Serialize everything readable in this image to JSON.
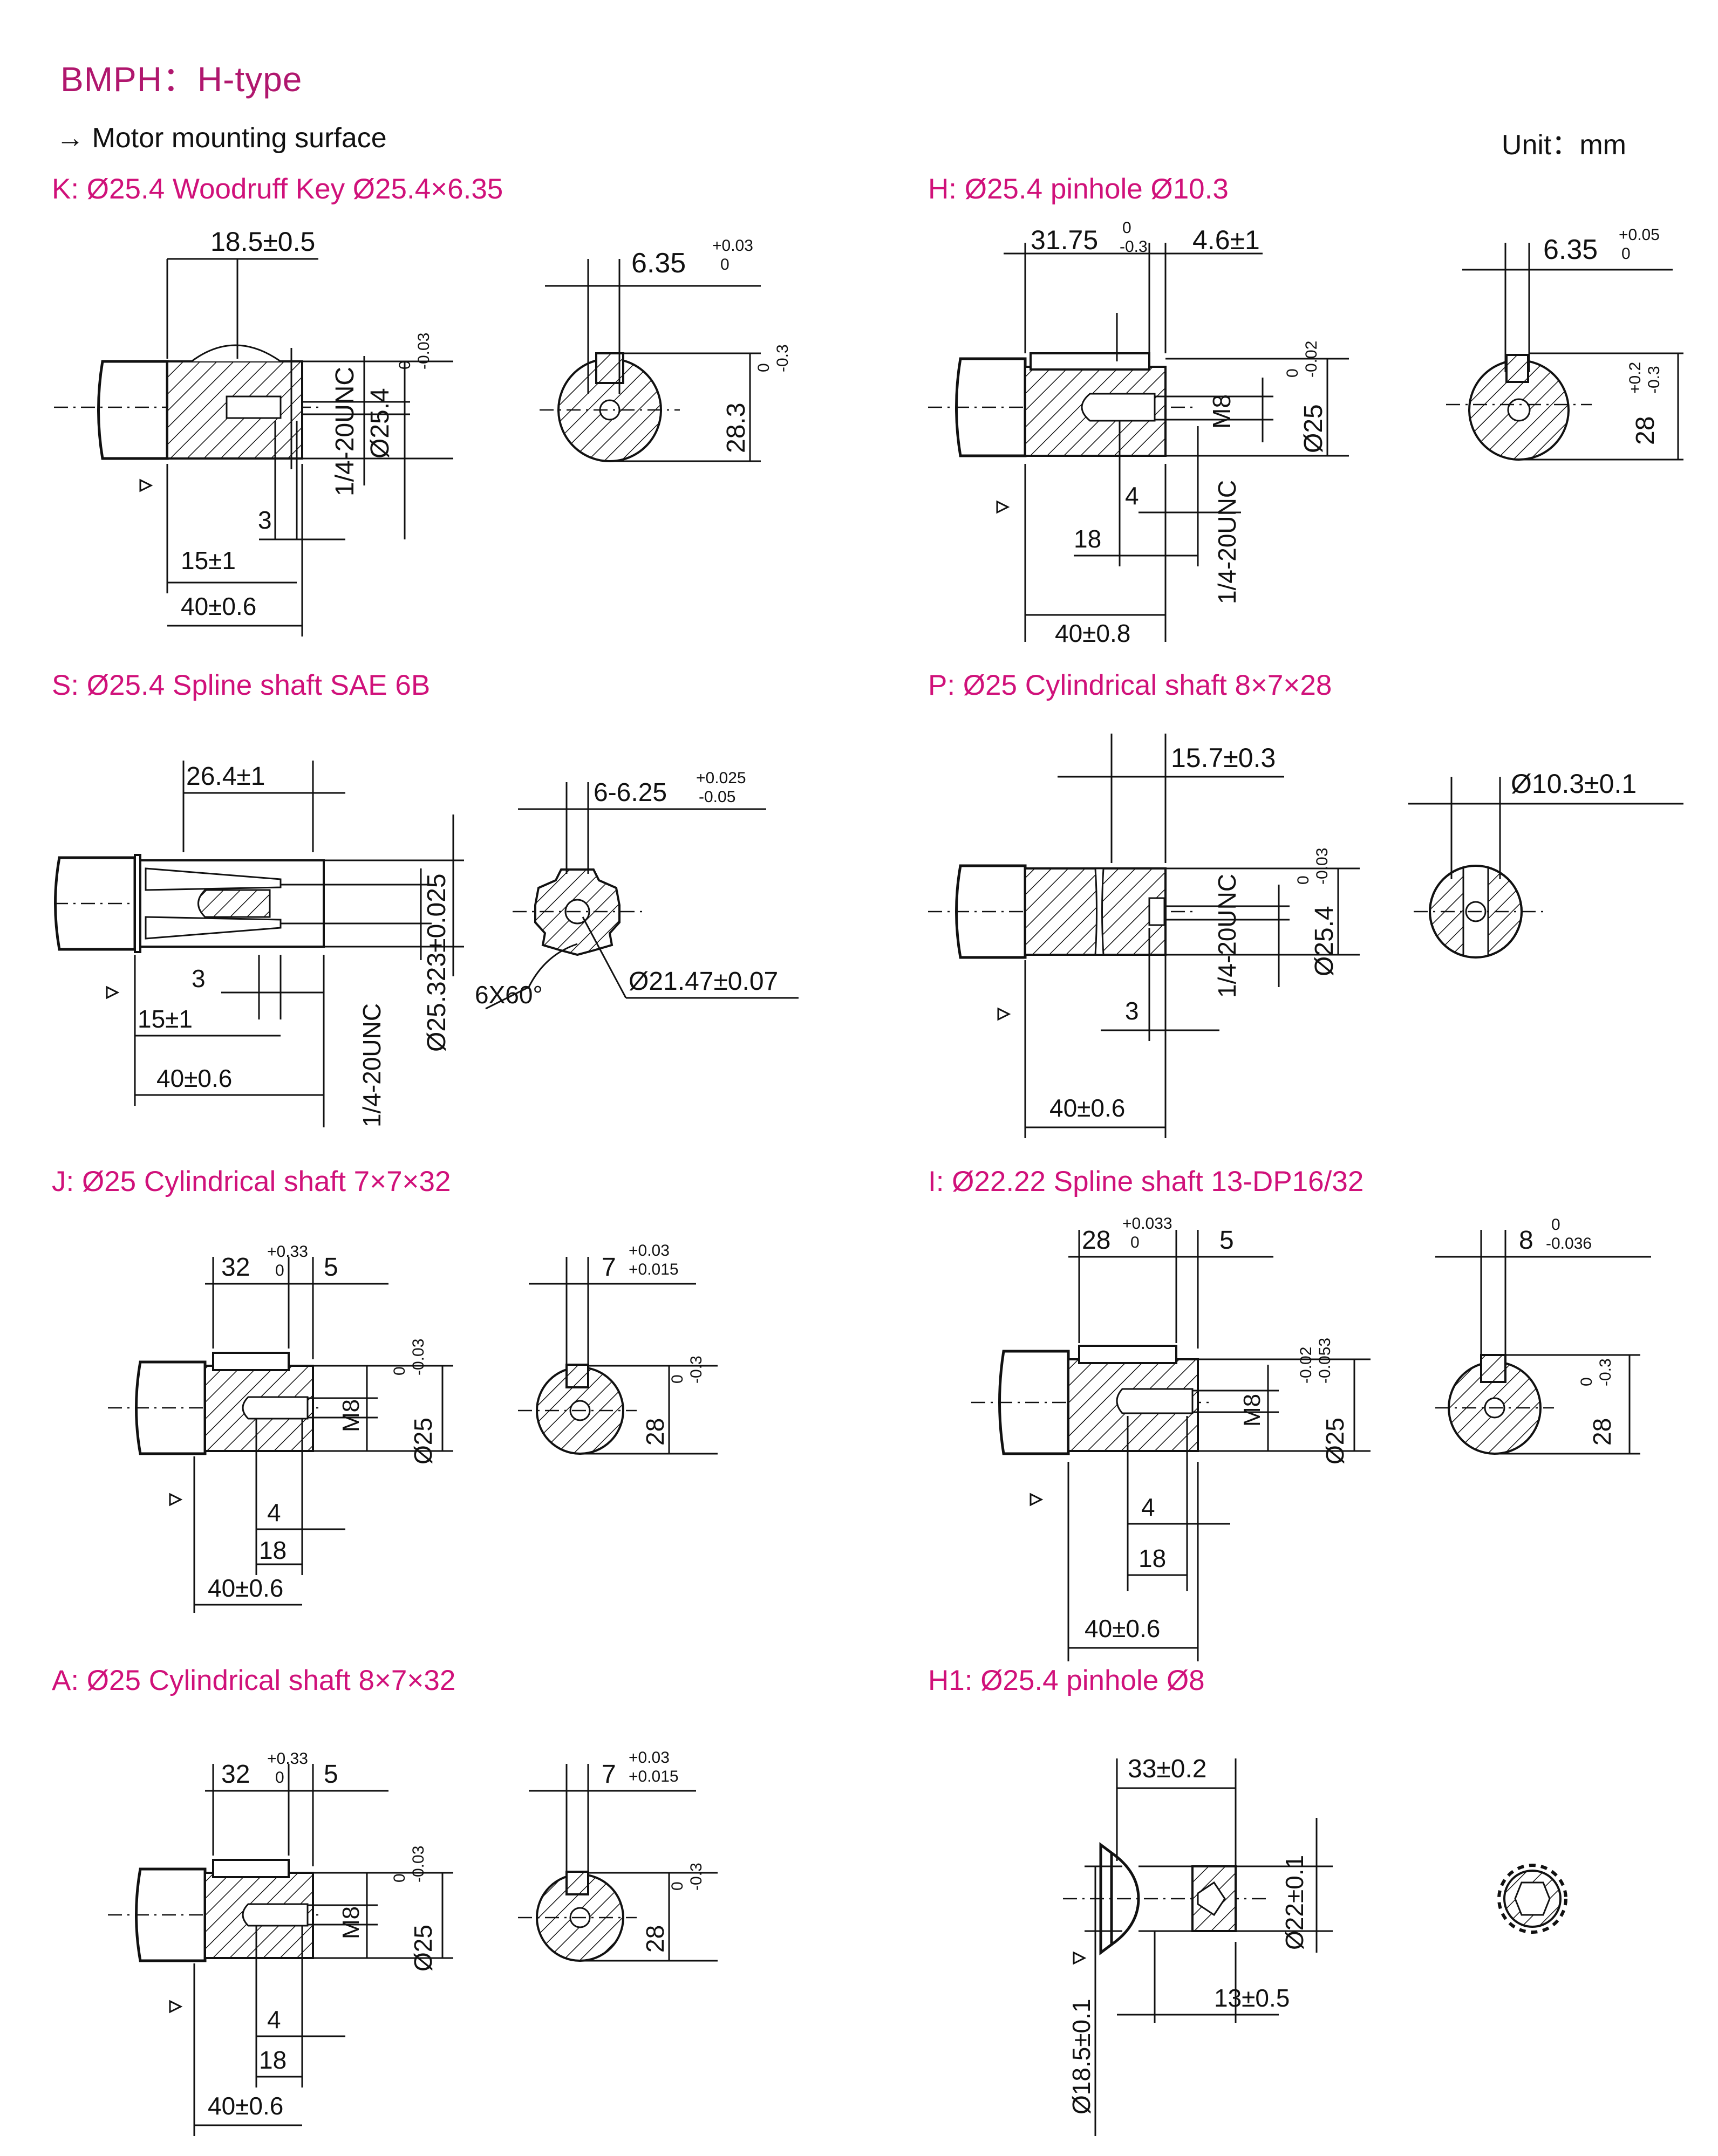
{
  "header": {
    "title": "BMPH：H-type",
    "subtitle": "→ Motor mounting surface",
    "unit": "Unit：mm"
  },
  "sections": [
    {
      "id": "K",
      "title": "K: Ø25.4 Woodruff Key Ø25.4×6.35",
      "dims": {
        "length_a": "18.5±0.5",
        "thread": "1/4-20UNC",
        "diameter": "Ø25.4",
        "tol_d_upper": "0",
        "tol_d_lower": "-0.03",
        "d3": "3",
        "d15": "15±1",
        "d40": "40±0.6",
        "key_width": "6.35",
        "key_tol_upper": "+0.03",
        "key_tol_lower": "0",
        "key_height": "28.3",
        "kh_tol_upper": "0",
        "kh_tol_lower": "-0.3"
      }
    },
    {
      "id": "H",
      "title": "H: Ø25.4 pinhole Ø10.3",
      "dims": {
        "length_a": "31.75",
        "la_tol_upper": "0",
        "la_tol_lower": "-0.3",
        "length_b": "4.6±1",
        "thread": "M8",
        "diameter": "Ø25",
        "tol_d_upper": "0",
        "tol_d_lower": "-0.02",
        "d4": "4",
        "d18": "18",
        "thread2": "1/4-20UNC",
        "d40": "40±0.8",
        "key_width": "6.35",
        "key_tol_upper": "+0.05",
        "key_tol_lower": "0",
        "key_height": "28",
        "kh_tol_upper": "+0.2",
        "kh_tol_lower": "-0.3"
      }
    },
    {
      "id": "S",
      "title": "S: Ø25.4 Spline shaft SAE 6B",
      "dims": {
        "length_a": "26.4±1",
        "diameter": "Ø25.323±0.025",
        "d3": "3",
        "d15": "15±1",
        "d40": "40±0.6",
        "thread": "1/4-20UNC",
        "spline_width": "6-6.25",
        "sw_tol_upper": "+0.025",
        "sw_tol_lower": "-0.05",
        "angle": "6X60°",
        "minor_d": "Ø21.47±0.07"
      }
    },
    {
      "id": "P",
      "title": "P: Ø25 Cylindrical shaft 8×7×28",
      "dims": {
        "length_a": "15.7±0.3",
        "thread": "1/4-20UNC",
        "diameter": "Ø25.4",
        "tol_d_upper": "0",
        "tol_d_lower": "-0.03",
        "d3": "3",
        "d40": "40±0.6",
        "pin_d": "Ø10.3±0.1"
      }
    },
    {
      "id": "J",
      "title": "J: Ø25 Cylindrical shaft 7×7×32",
      "dims": {
        "length_a": "32",
        "la_tol_upper": "+0.33",
        "la_tol_lower": "0",
        "length_b": "5",
        "thread": "M8",
        "diameter": "Ø25",
        "tol_d_upper": "0",
        "tol_d_lower": "-0.03",
        "d4": "4",
        "d18": "18",
        "d40": "40±0.6",
        "key_width": "7",
        "key_tol_upper": "+0.03",
        "key_tol_lower": "+0.015",
        "key_height": "28",
        "kh_tol_upper": "0",
        "kh_tol_lower": "-0.3"
      }
    },
    {
      "id": "I",
      "title": "I: Ø22.22 Spline shaft 13-DP16/32",
      "dims": {
        "length_a": "28",
        "la_tol_upper": "+0.033",
        "la_tol_lower": "0",
        "length_b": "5",
        "thread": "M8",
        "diameter": "Ø25",
        "tol_d_upper": "-0.02",
        "tol_d_lower": "-0.053",
        "d4": "4",
        "d18": "18",
        "d40": "40±0.6",
        "key_width": "8",
        "key_tol_upper": "0",
        "key_tol_lower": "-0.036",
        "key_height": "28",
        "kh_tol_upper": "0",
        "kh_tol_lower": "-0.3"
      }
    },
    {
      "id": "A",
      "title": "A: Ø25 Cylindrical shaft 8×7×32",
      "dims": {
        "length_a": "32",
        "la_tol_upper": "+0.33",
        "la_tol_lower": "0",
        "length_b": "5",
        "thread": "M8",
        "diameter": "Ø25",
        "tol_d_upper": "0",
        "tol_d_lower": "-0.03",
        "d4": "4",
        "d18": "18",
        "d40": "40±0.6",
        "key_width": "7",
        "key_tol_upper": "+0.03",
        "key_tol_lower": "+0.015",
        "key_height": "28",
        "kh_tol_upper": "0",
        "kh_tol_lower": "-0.3"
      }
    },
    {
      "id": "H1",
      "title": "H1: Ø25.4 pinhole Ø8",
      "dims": {
        "length_a": "33±0.2",
        "diameter": "Ø22±0.1",
        "d13": "13±0.5",
        "neck_d": "Ø18.5±0.1"
      }
    }
  ]
}
